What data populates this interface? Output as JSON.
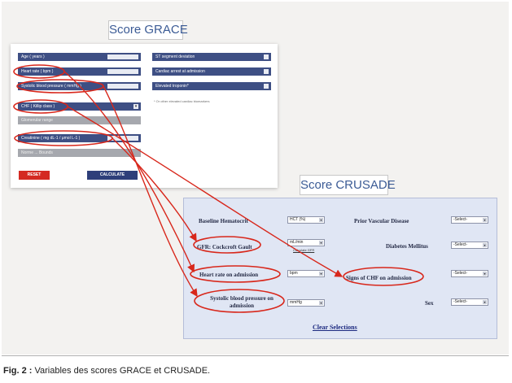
{
  "grace": {
    "title": "Score GRACE",
    "left_fields": [
      {
        "label": "Age ( years )",
        "control": "input"
      },
      {
        "label": "Heart rate ( bpm )",
        "control": "input"
      },
      {
        "label": "Systolic blood pressure ( mmHg )",
        "control": "input"
      },
      {
        "label": "CHF ( Killip class )",
        "control": "select"
      },
      {
        "label": "Creatinine ( mg dL-1 / μmol L-1 )",
        "control": "input"
      }
    ],
    "disabled_fields": [
      "Glomerular range",
      "Norme ... Bounds"
    ],
    "right_fields": [
      "ST segment deviation",
      "Cardiac arrest at admission",
      "Elevated troponin*"
    ],
    "note": "* Or other elevated cardiac biomarkers",
    "reset_label": "RESET",
    "calculate_label": "CALCULATE"
  },
  "crusade": {
    "title": "Score CRUSADE",
    "rows": [
      {
        "label": "Baseline Hematocrit",
        "select": "HCT (%)",
        "right_label": "Prior Vascular Disease",
        "right_select": "-Select-"
      },
      {
        "label": "GFR: Cockcroft Gault",
        "select": "mL/min",
        "sublabel": "Calculate GFR",
        "right_label": "Diabetes Mellitus",
        "right_select": "-Select-"
      },
      {
        "label": "Heart rate on admission",
        "select": "bpm",
        "right_label": "Signs of CHF on admission",
        "right_select": "-Select-"
      },
      {
        "label": "Systolic blood pressure on admission",
        "select": "mmHg",
        "right_label": "Sex",
        "right_select": "-Select-"
      }
    ],
    "clear_label": "Clear Selections"
  },
  "caption": {
    "prefix": "Fig. 2 :",
    "text": " Variables des scores GRACE et CRUSADE."
  },
  "colors": {
    "grace_field": "#3e4f84",
    "reset": "#d42a22",
    "calculate": "#2e3f7a",
    "annotation": "#d8271b",
    "title_text": "#3b5b95"
  }
}
